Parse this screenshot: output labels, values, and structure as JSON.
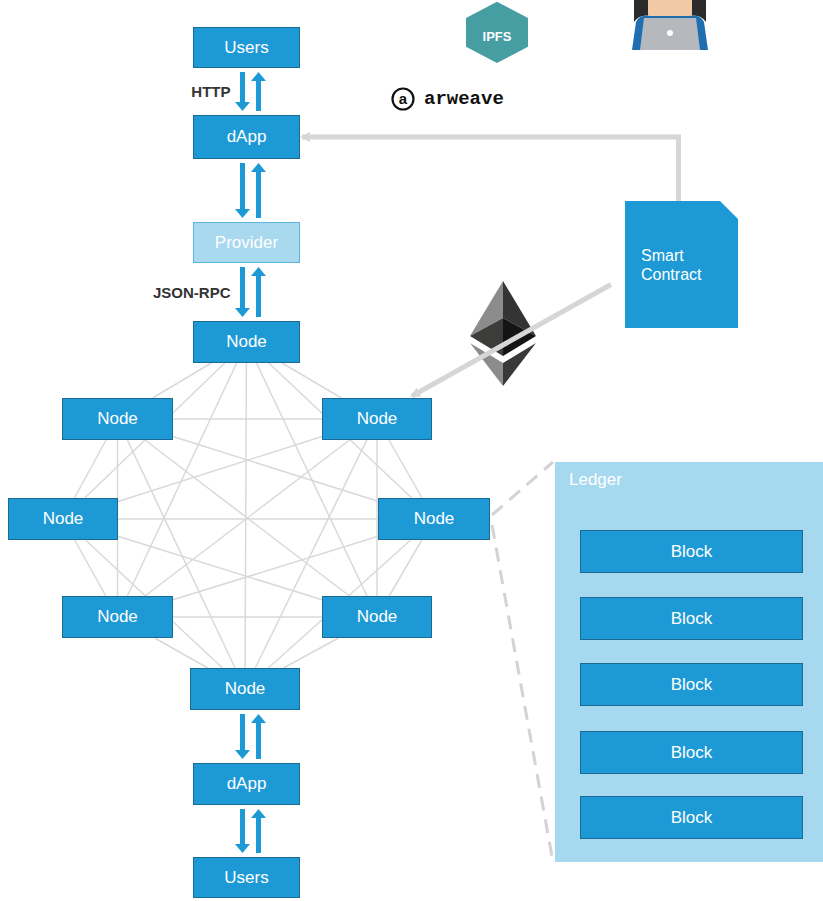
{
  "diagram": {
    "nodes": [
      {
        "text": [
          "Users"
        ]
      },
      {
        "text": [
          "dApp"
        ]
      },
      {
        "text": [
          "Provider"
        ]
      },
      {
        "text": [
          "Node"
        ]
      },
      {
        "text": [
          "Node"
        ]
      },
      {
        "text": [
          "Node"
        ]
      },
      {
        "text": [
          "Node"
        ]
      },
      {
        "text": [
          "Node"
        ]
      },
      {
        "text": [
          "Node"
        ]
      },
      {
        "text": [
          "Node"
        ]
      },
      {
        "text": [
          "Node"
        ]
      },
      {
        "text": [
          "dApp"
        ]
      },
      {
        "text": [
          "Users"
        ]
      },
      {
        "text": [
          "Smart Contract"
        ]
      },
      {
        "text": [
          "Ledger"
        ]
      },
      {
        "text": [
          "Block"
        ],
        "in": 14
      },
      {
        "text": [
          "Block"
        ],
        "in": 14
      },
      {
        "text": [
          "Block"
        ],
        "in": 14
      },
      {
        "text": [
          "Block"
        ],
        "in": 14
      },
      {
        "text": [
          "Block"
        ],
        "in": 14
      }
    ],
    "edges": [
      {
        "from": 0,
        "to": 1,
        "label": "HTTP",
        "arrow": "both"
      },
      {
        "from": 1,
        "to": 2,
        "arrow": "both"
      },
      {
        "from": 2,
        "to": 3,
        "label": "JSON-RPC",
        "arrow": "both"
      },
      {
        "from": 10,
        "to": 11,
        "arrow": "both"
      },
      {
        "from": 11,
        "to": 12,
        "arrow": "both"
      },
      {
        "from": 3,
        "to": 4,
        "arrow": "none"
      },
      {
        "from": 3,
        "to": 5,
        "arrow": "none"
      },
      {
        "from": 3,
        "to": 6,
        "arrow": "none"
      },
      {
        "from": 3,
        "to": 7,
        "arrow": "none"
      },
      {
        "from": 3,
        "to": 8,
        "arrow": "none"
      },
      {
        "from": 3,
        "to": 9,
        "arrow": "none"
      },
      {
        "from": 3,
        "to": 10,
        "arrow": "none"
      },
      {
        "from": 4,
        "to": 5,
        "arrow": "none"
      },
      {
        "from": 4,
        "to": 6,
        "arrow": "none"
      },
      {
        "from": 4,
        "to": 7,
        "arrow": "none"
      },
      {
        "from": 4,
        "to": 8,
        "arrow": "none"
      },
      {
        "from": 4,
        "to": 9,
        "arrow": "none"
      },
      {
        "from": 4,
        "to": 10,
        "arrow": "none"
      },
      {
        "from": 5,
        "to": 6,
        "arrow": "none"
      },
      {
        "from": 5,
        "to": 7,
        "arrow": "none"
      },
      {
        "from": 5,
        "to": 8,
        "arrow": "none"
      },
      {
        "from": 5,
        "to": 9,
        "arrow": "none"
      },
      {
        "from": 5,
        "to": 10,
        "arrow": "none"
      },
      {
        "from": 6,
        "to": 7,
        "arrow": "none"
      },
      {
        "from": 6,
        "to": 8,
        "arrow": "none"
      },
      {
        "from": 6,
        "to": 9,
        "arrow": "none"
      },
      {
        "from": 6,
        "to": 10,
        "arrow": "none"
      },
      {
        "from": 7,
        "to": 8,
        "arrow": "none"
      },
      {
        "from": 7,
        "to": 9,
        "arrow": "none"
      },
      {
        "from": 7,
        "to": 10,
        "arrow": "none"
      },
      {
        "from": 8,
        "to": 9,
        "arrow": "none"
      },
      {
        "from": 8,
        "to": 10,
        "arrow": "none"
      },
      {
        "from": 9,
        "to": 10,
        "arrow": "none"
      },
      {
        "from": 13,
        "to": 5,
        "arrow": "to"
      },
      {
        "from": 13,
        "to": 1,
        "arrow": "to"
      }
    ],
    "labels": [
      "IPFS",
      "a",
      "arweave"
    ]
  }
}
